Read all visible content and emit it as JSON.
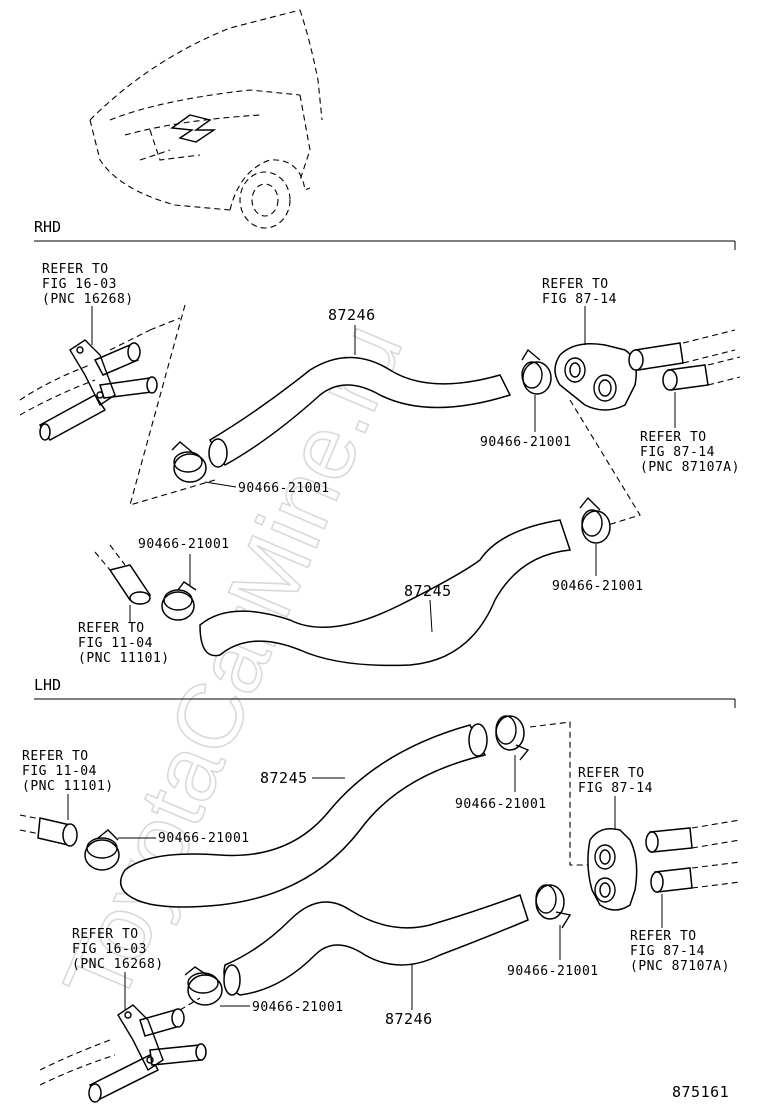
{
  "sections": {
    "rhd": "RHD",
    "lhd": "LHD"
  },
  "watermark": "ToyotaCarMine.ru",
  "figure_number": "875161",
  "rhd": {
    "refer_pipe_left": [
      "REFER TO",
      "FIG 16-03",
      "(PNC 16268)"
    ],
    "refer_valve": [
      "REFER TO",
      "FIG 87-14"
    ],
    "refer_valve_pnc": [
      "REFER TO",
      "FIG 87-14",
      "(PNC 87107A)"
    ],
    "refer_engine": [
      "REFER TO",
      "FIG 11-04",
      "(PNC 11101)"
    ],
    "hose_upper": "87246",
    "hose_lower": "87245",
    "clamp_a": "90466-21001",
    "clamp_b": "90466-21001",
    "clamp_c": "90466-21001",
    "clamp_d": "90466-21001"
  },
  "lhd": {
    "refer_engine": [
      "REFER TO",
      "FIG 11-04",
      "(PNC 11101)"
    ],
    "refer_valve": [
      "REFER TO",
      "FIG 87-14"
    ],
    "refer_valve_pnc": [
      "REFER TO",
      "FIG 87-14",
      "(PNC 87107A)"
    ],
    "refer_pipe_left": [
      "REFER TO",
      "FIG 16-03",
      "(PNC 16268)"
    ],
    "hose_upper": "87245",
    "hose_lower": "87246",
    "clamp_a": "90466-21001",
    "clamp_b": "90466-21001",
    "clamp_c": "90466-21001",
    "clamp_d": "90466-21001"
  }
}
